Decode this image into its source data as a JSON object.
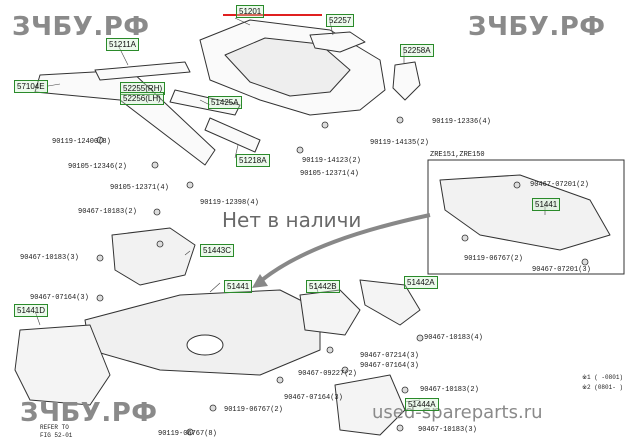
{
  "watermark": {
    "top_left": "ЗЧБУ.РФ",
    "top_right": "ЗЧБУ.РФ",
    "bottom_left": "ЗЧБУ.РФ",
    "bottom_right": "used-spareparts.ru"
  },
  "status_text": "Нет в наличи",
  "variant_label": "ZRE151,ZRE150",
  "legend": {
    "line1": "※1 (  -0801)",
    "line2": "※2 (0801-  )"
  },
  "refer": {
    "line1": "REFER TO",
    "line2": "FIG 52-01"
  },
  "parts": {
    "p51201": "51201",
    "p52257": "52257",
    "p51211": "51211A",
    "p57104": "57104E",
    "p52255": "52255(RH)",
    "p52256": "52256(LH)",
    "p51425": "51425A",
    "p52258": "52258A",
    "p51218": "51218A",
    "p51443c": "51443C",
    "p51441": "51441",
    "p51441r": "51441",
    "p51442b": "51442B",
    "p51442a": "51442A",
    "p51441d": "51441D",
    "p51444": "51444A"
  },
  "bolts": {
    "b1": "90119-12400(8)",
    "b2": "90105-12346(2)",
    "b3": "90105-12371(4)",
    "b4": "90119-12398(4)",
    "b5": "90119-14123(2)",
    "b6": "90105-12371(4)",
    "b7": "90119-14135(2)",
    "b8": "90119-12336(4)",
    "b9": "90467-07201(2)",
    "b10": "90119-06767(2)",
    "b11": "90467-07201(3)",
    "b12": "90467-10183(2)",
    "b13": "90467-10183(3)",
    "b14": "90467-07164(3)",
    "b15": "90467-07214(3)",
    "b16": "90467-07164(3)",
    "b17": "90467-09227(2)",
    "b18": "90467-07164(3)",
    "b19": "90119-06767(2)",
    "b20": "90119-06767(8)",
    "b21": "90467-10183(4)",
    "b22": "90467-10183(2)",
    "b23": "90467-10183(3)"
  },
  "colors": {
    "highlight": "#e02020",
    "box_border": "#2a8a2a",
    "ink": "#333333",
    "watermark": "#8a8a8a"
  }
}
